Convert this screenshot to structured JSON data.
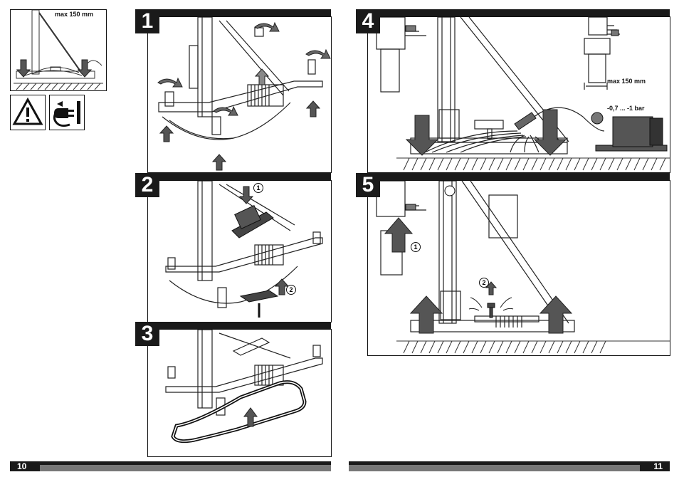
{
  "overview": {
    "max_label": "max 150 mm"
  },
  "panels": [
    {
      "number": "1"
    },
    {
      "number": "2",
      "callouts": [
        "1",
        "2"
      ]
    },
    {
      "number": "3"
    },
    {
      "number": "4",
      "max_label": "max 150 mm",
      "vacuum_label": "-0,7 ... -1 bar"
    },
    {
      "number": "5",
      "callouts": [
        "1",
        "2"
      ]
    }
  ],
  "footer": {
    "left_page": "10",
    "right_page": "11"
  },
  "icons": {
    "warning": "warning-triangle-icon",
    "unplug": "unplug-icon"
  }
}
